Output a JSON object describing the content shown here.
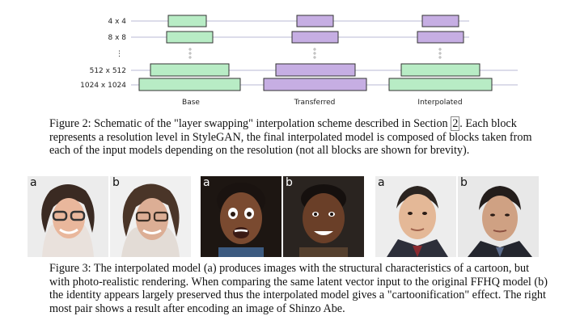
{
  "diagram": {
    "rows": [
      {
        "label": "4 x 4"
      },
      {
        "label": "8 x 8"
      },
      {
        "label": "⋮"
      },
      {
        "label": "512 x 512"
      },
      {
        "label": "1024 x 1024"
      }
    ],
    "columns": [
      {
        "label": "Base",
        "color": "#b8ecc5"
      },
      {
        "label": "Transferred",
        "color": "#c6aee3"
      },
      {
        "label": "Interpolated",
        "color": "#c6aee3"
      }
    ]
  },
  "figure2_caption": {
    "before": "Figure 2: Schematic of the \"layer swapping\" interpolation scheme described in Section ",
    "ref": "2",
    "after": ". Each block represents a resolution level in StyleGAN, the final interpolated model is composed of blocks taken from each of the input models depending on the resolution (not all blocks are shown for brevity)."
  },
  "photo_labels": [
    "a",
    "b",
    "a",
    "b",
    "a",
    "b"
  ],
  "figure3_caption": "Figure 3: The interpolated model (a) produces images with the structural characteristics of a cartoon, but with photo-realistic rendering. When comparing the same latent vector input to the original FFHQ model (b) the identity appears largely preserved thus the interpolated model gives a \"cartoonification\" effect. The right most pair shows a result after encoding an image of Shinzo Abe."
}
